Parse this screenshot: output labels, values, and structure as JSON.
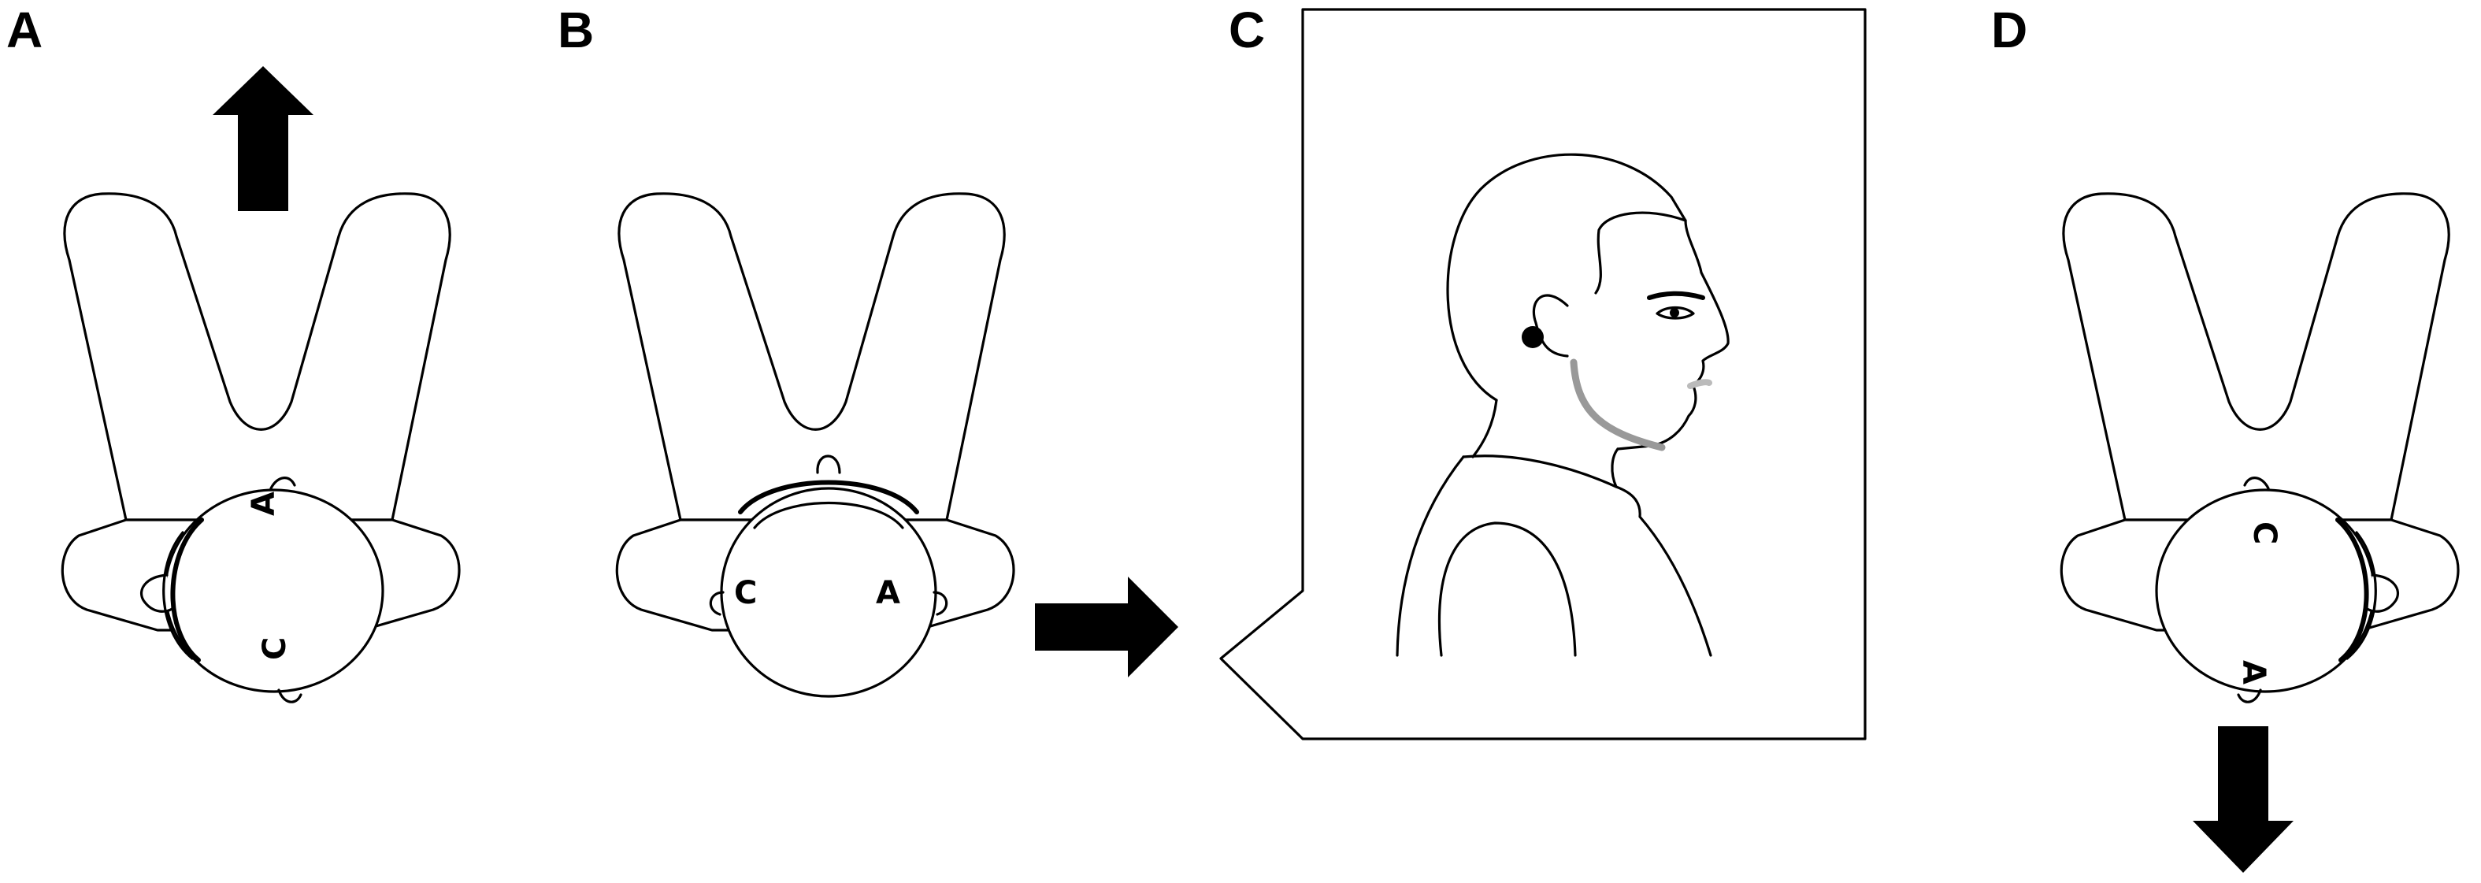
{
  "panels": {
    "a": {
      "label": "A",
      "head_letters": [
        "A",
        "C"
      ]
    },
    "b": {
      "label": "B",
      "head_letters": [
        "C",
        "A"
      ]
    },
    "c": {
      "label": "C"
    },
    "d": {
      "label": "D",
      "head_letters": [
        "C",
        "A"
      ]
    }
  },
  "icons": {
    "arrow_up": "up-arrow-icon",
    "arrow_right": "right-arrow-icon",
    "arrow_down": "down-arrow-icon"
  }
}
